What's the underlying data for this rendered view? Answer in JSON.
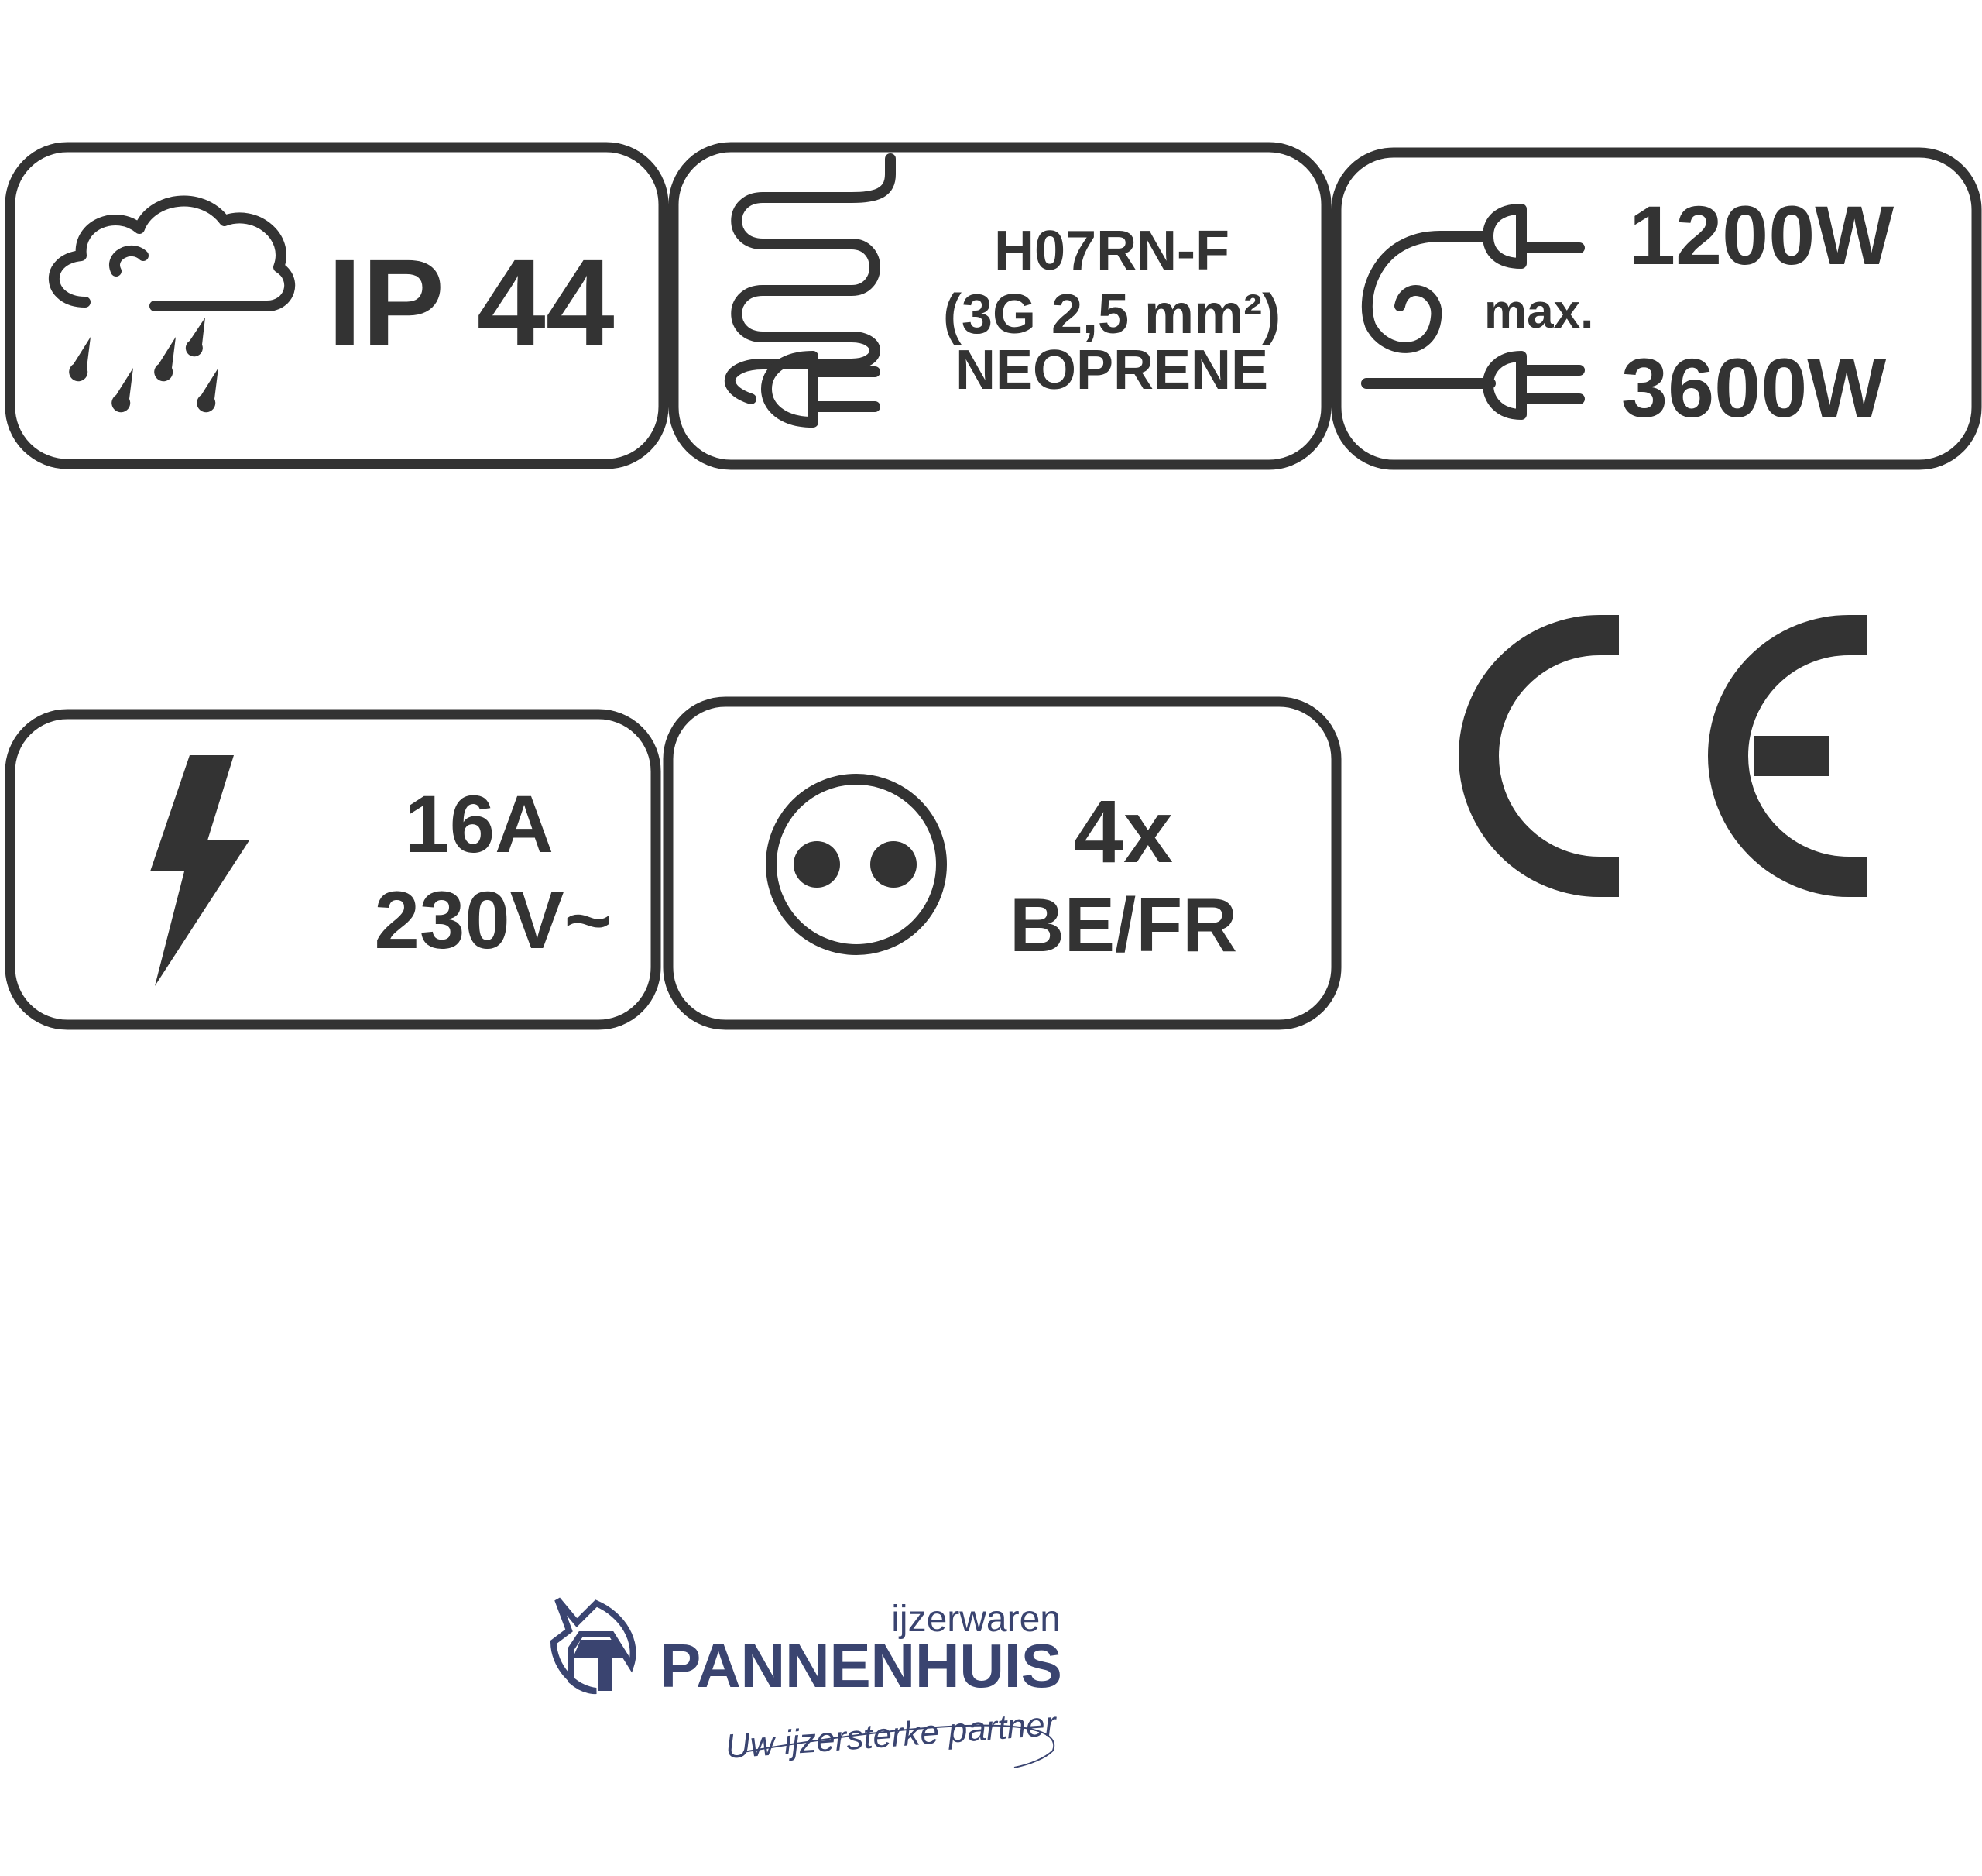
{
  "colors": {
    "icon": "#333333",
    "brand": "#3a4470"
  },
  "badges": [
    {
      "icon": "rain-cloud-icon",
      "lines": [
        "IP 44"
      ]
    },
    {
      "icon": "cable-plug-icon",
      "lines": [
        "H07RN-F",
        "(3G 2,5 mm²)",
        "NEOPRENE"
      ]
    },
    {
      "icon": "cable-reel-power-icon",
      "lines": [
        "1200W",
        "max.",
        "3600W"
      ]
    },
    {
      "icon": "lightning-icon",
      "lines": [
        "16A",
        "230V~"
      ]
    },
    {
      "icon": "socket-icon",
      "lines": [
        "4x",
        "BE/FR"
      ]
    }
  ],
  "ce_mark": "CE",
  "logo": {
    "top": "ijzerwaren",
    "name": "PANNENHUIS",
    "tagline": "Uw ijzersterke partner"
  }
}
